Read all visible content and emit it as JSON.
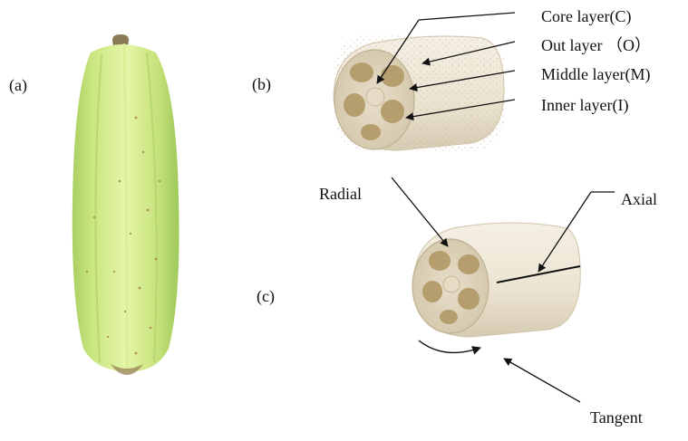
{
  "panels": {
    "a": "(a)",
    "b": "(b)",
    "c": "(c)"
  },
  "layers": {
    "core": "Core layer(C)",
    "out": "Out layer （O）",
    "middle": "Middle layer(M)",
    "inner": "Inner layer(I)"
  },
  "directions": {
    "radial": "Radial",
    "axial": "Axial",
    "tangent": "Tangent"
  },
  "colors": {
    "gourd_light": "#e3f4a3",
    "gourd_mid": "#c9e67f",
    "gourd_dark": "#9fc95b",
    "sponge_light": "#f3ede0",
    "sponge_mid": "#e3dac6",
    "sponge_dark": "#b9ab8e",
    "stem": "#8a7a55"
  }
}
